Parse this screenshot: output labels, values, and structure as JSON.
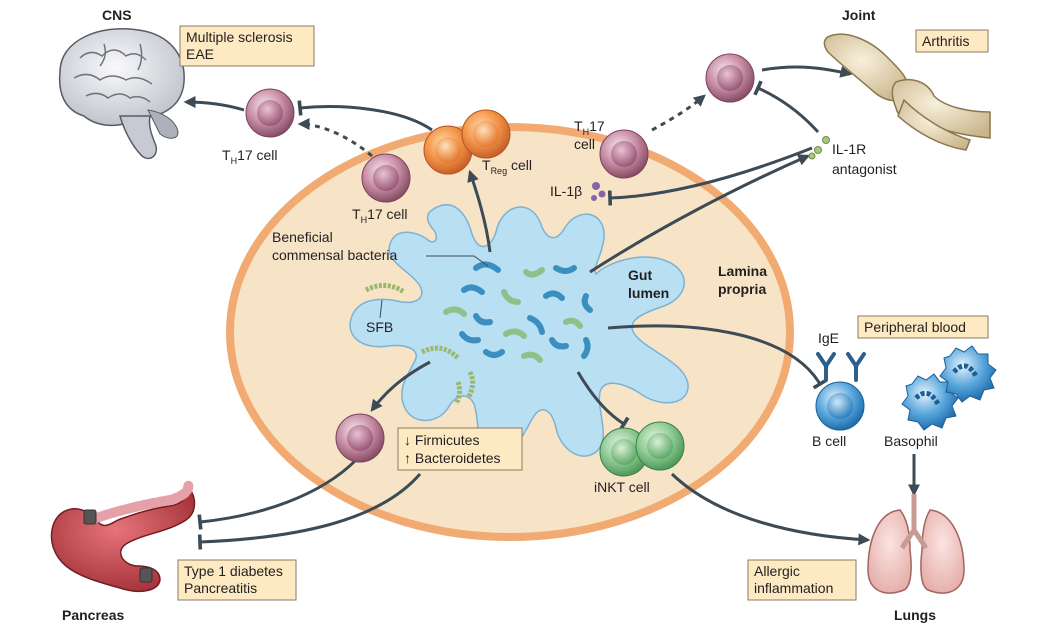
{
  "organs": {
    "cns": "CNS",
    "joint": "Joint",
    "pancreas": "Pancreas",
    "lungs": "Lungs"
  },
  "diseases": {
    "cns_line1": "Multiple sclerosis",
    "cns_line2": "EAE",
    "joint": "Arthritis",
    "pancreas_line1": "Type 1 diabetes",
    "pancreas_line2": "Pancreatitis",
    "lungs_line1": "Allergic",
    "lungs_line2": "inflammation",
    "blood": "Peripheral blood"
  },
  "cells": {
    "th17_left_top": "17 cell",
    "th17_left_mid": "17 cell",
    "th17_mid_line1": "17",
    "th17_mid_line2": "cell",
    "th_prefix": "T",
    "h_sub": "H",
    "treg_prefix": "T",
    "treg_sub": "Reg",
    "treg_suffix": " cell",
    "inkt": "iNKT cell",
    "bcell": "B cell",
    "basophil": "Basophil"
  },
  "molecules": {
    "il1b": "IL-1β",
    "il1r_line1": "IL-1R",
    "il1r_line2": "antagonist",
    "ige": "IgE"
  },
  "gut": {
    "lumen_line1": "Gut",
    "lumen_line2": "lumen",
    "lamina_line1": "Lamina",
    "lamina_line2": "propria",
    "bacteria_line1": "Beneficial",
    "bacteria_line2": "commensal bacteria",
    "sfb": "SFB",
    "firmicutes": "↓ Firmicutes",
    "bacteroidetes": "↑ Bacteroidetes"
  }
}
